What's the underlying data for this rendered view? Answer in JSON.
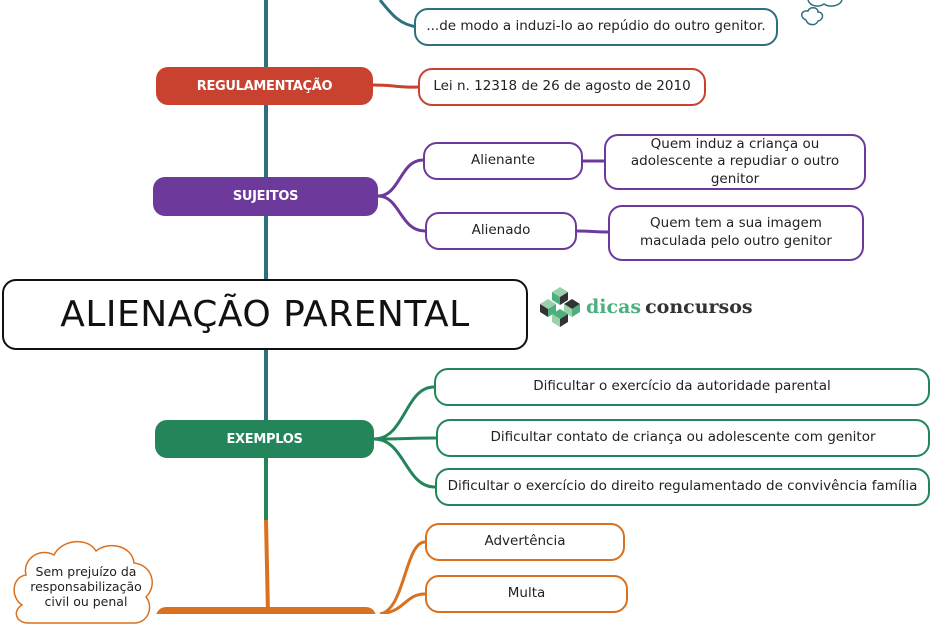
{
  "title": "ALIENAÇÃO PARENTAL",
  "logo": {
    "part1": "dicas",
    "part2": "concursos"
  },
  "top_fragment": "...de modo a induzi-lo ao repúdio do outro genitor.",
  "colors": {
    "trunk": "#2e6f80",
    "regulamentacao": "#c9412f",
    "sujeitos": "#6d3a9c",
    "exemplos": "#24845a",
    "sancoes": "#d9711f",
    "dark_text": "#222222"
  },
  "branches": {
    "regulamentacao": {
      "label": "REGULAMENTAÇÃO",
      "child": "Lei n. 12318 de 26 de agosto de 2010"
    },
    "sujeitos": {
      "label": "SUJEITOS",
      "children": [
        {
          "label": "Alienante",
          "detail": "Quem induz a criança ou adolescente a repudiar o outro genitor"
        },
        {
          "label": "Alienado",
          "detail": "Quem tem a sua imagem maculada pelo outro genitor"
        }
      ]
    },
    "exemplos": {
      "label": "EXEMPLOS",
      "children": [
        "Dificultar o exercício da autoridade parental",
        "Dificultar contato de criança ou adolescente com genitor",
        "Dificultar o exercício do direito regulamentado de convivência família"
      ]
    },
    "sancoes": {
      "children": [
        "Advertência",
        "Multa"
      ],
      "cloud_note": "Sem prejuízo da responsabilização civil ou penal"
    }
  }
}
